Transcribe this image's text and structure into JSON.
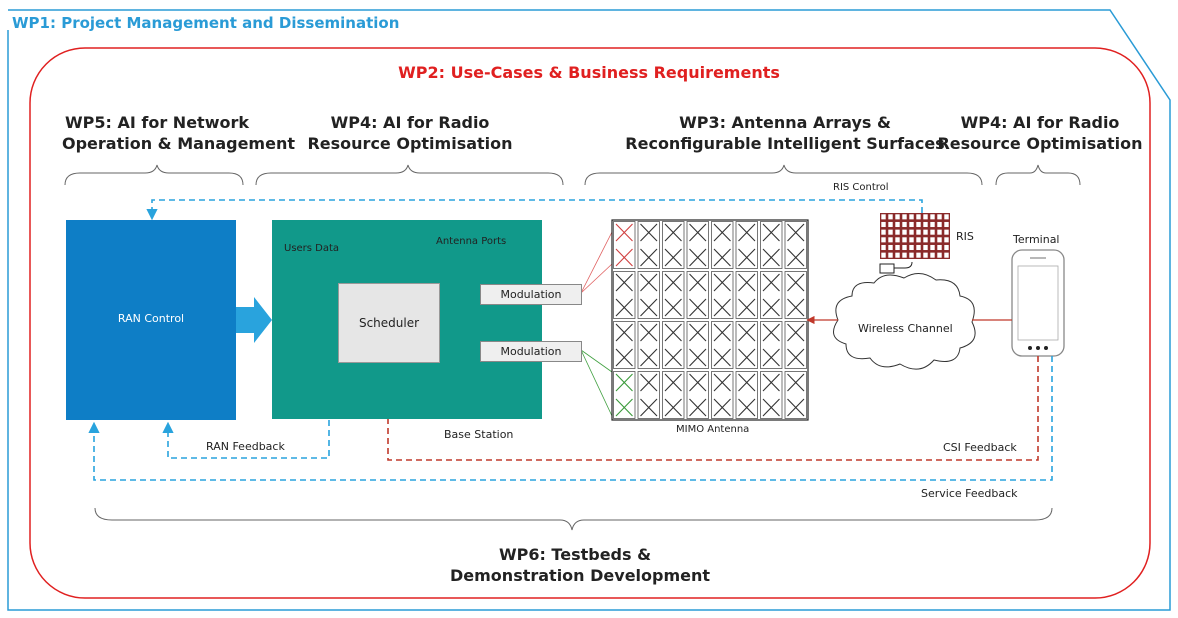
{
  "frame": {
    "wp1_title": "WP1: Project Management and Dissemination",
    "wp2_title": "WP2: Use-Cases & Business Requirements"
  },
  "headers": {
    "wp5_line1": "WP5: AI for Network",
    "wp5_line2": "Operation & Management",
    "wp4a_line1": "WP4: AI for Radio",
    "wp4a_line2": "Resource Optimisation",
    "wp3_line1": "WP3: Antenna Arrays &",
    "wp3_line2": "Reconfigurable Intelligent Surfaces",
    "wp4b_line1": "WP4: AI for Radio",
    "wp4b_line2": "Resource Optimisation"
  },
  "blocks": {
    "ran_control": "RAN Control",
    "scheduler": "Scheduler",
    "users_data": "Users Data",
    "antenna_ports": "Antenna Ports",
    "modulation_1": "Modulation",
    "modulation_2": "Modulation",
    "base_station": "Base Station",
    "mimo_antenna": "MIMO Antenna",
    "ris": "RIS",
    "terminal": "Terminal",
    "wireless_channel": "Wireless Channel"
  },
  "links": {
    "ris_control": "RIS Control",
    "ran_feedback": "RAN Feedback",
    "csi_feedback": "CSI Feedback",
    "service_feedback": "Service Feedback"
  },
  "footer": {
    "wp6_line1": "WP6: Testbeds &",
    "wp6_line2": "Demonstration Development"
  },
  "colors": {
    "wp1_blue": "#2a9bd6",
    "wp2_red": "#e02020",
    "ran_blue": "#0e7ec6",
    "base_station_teal": "#11998a",
    "feedback_blue": "#29a3dd",
    "csi_red": "#c0392b",
    "ris_red": "#8a2a2a"
  },
  "mimo": {
    "rows": 8,
    "cols": 8
  }
}
